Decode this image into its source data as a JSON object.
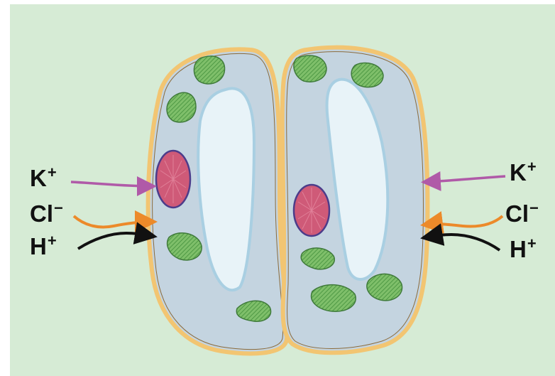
{
  "diagram": {
    "left_labels": [
      {
        "id": "k-left",
        "base": "K",
        "charge": "+"
      },
      {
        "id": "cl-left",
        "base": "Cl",
        "charge": "−"
      },
      {
        "id": "h-left",
        "base": "H",
        "charge": "+"
      }
    ],
    "right_labels": [
      {
        "id": "k-right",
        "base": "K",
        "charge": "+"
      },
      {
        "id": "cl-right",
        "base": "Cl",
        "charge": "−"
      },
      {
        "id": "h-right",
        "base": "H",
        "charge": "+"
      }
    ],
    "colors": {
      "background": "#d6ebd5",
      "cell_wall": "#f2c572",
      "cytoplasm": "#c4d4e0",
      "vacuole": "#e8f3f8",
      "nucleus": "#cf5a78",
      "chloroplast": "#7fbf6a",
      "k_arrow": "#b05aa8",
      "cl_arrow": "#ec8a2a",
      "h_arrow": "#111111"
    }
  }
}
